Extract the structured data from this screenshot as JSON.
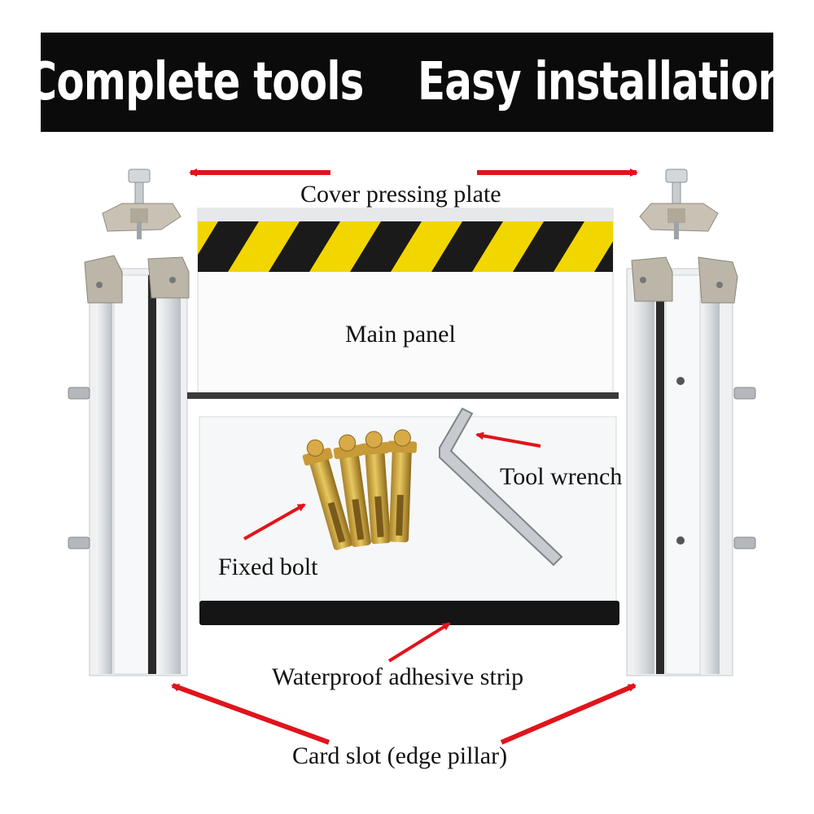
{
  "header": {
    "title": "Complete tools    Easy installation"
  },
  "labels": {
    "cover_pressing_plate": "Cover pressing plate",
    "main_panel": "Main panel",
    "tool_wrench": "Tool wrench",
    "fixed_bolt": "Fixed bolt",
    "waterproof_adhesive_strip": "Waterproof adhesive strip",
    "card_slot": "Card slot (edge pillar)"
  },
  "colors": {
    "banner_bg": "#0b0b0b",
    "banner_text": "#ffffff",
    "hazard_yellow": "#f2d600",
    "hazard_black": "#1a1a1a",
    "arrow_red": "#e0141c",
    "rubber_black": "#151515"
  }
}
